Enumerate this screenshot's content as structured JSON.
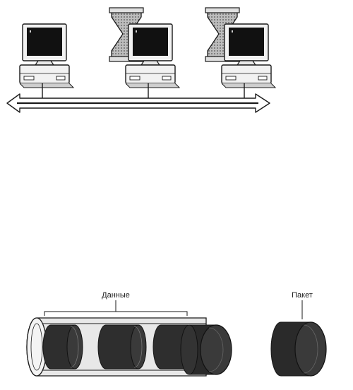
{
  "labels": {
    "data": "Данные",
    "packet": "Пакет"
  },
  "computers": [
    {
      "id": "pc-1",
      "waiting": false
    },
    {
      "id": "pc-2",
      "waiting": true
    },
    {
      "id": "pc-3",
      "waiting": true
    }
  ],
  "colors": {
    "ink": "#1a1a1a",
    "screen": "#111111",
    "case": "#f2f2f2",
    "hourglass": "#9a9a9a",
    "cylinder": "#2e2e2e",
    "tube": "#e6e6e6"
  }
}
